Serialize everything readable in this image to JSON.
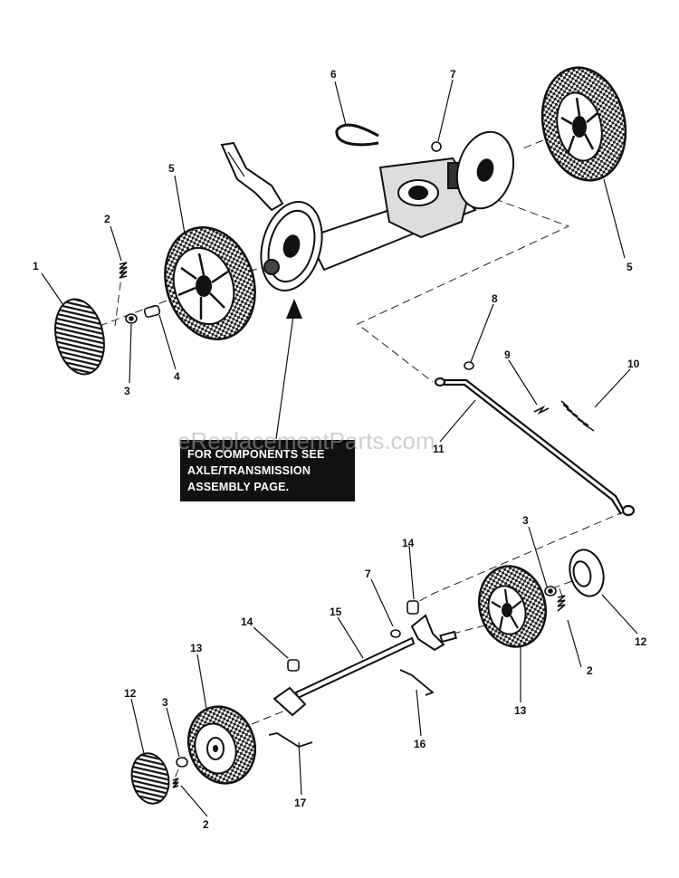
{
  "note": {
    "line1": "FOR COMPONENTS SEE",
    "line2": "AXLE/TRANSMISSION",
    "line3": "ASSEMBLY PAGE."
  },
  "watermark": "eReplacementParts.com",
  "callouts": {
    "c1": "1",
    "c2a": "2",
    "c3a": "3",
    "c4": "4",
    "c5a": "5",
    "c5b": "5",
    "c6": "6",
    "c7a": "7",
    "c8": "8",
    "c9": "9",
    "c10": "10",
    "c11": "11",
    "c3b": "3",
    "c12a": "12",
    "c2b": "2",
    "c14a": "14",
    "c7b": "7",
    "c15": "15",
    "c14b": "14",
    "c13a": "13",
    "c13b": "13",
    "c16": "16",
    "c12b": "12",
    "c3c": "3",
    "c2c": "2",
    "c17": "17"
  }
}
